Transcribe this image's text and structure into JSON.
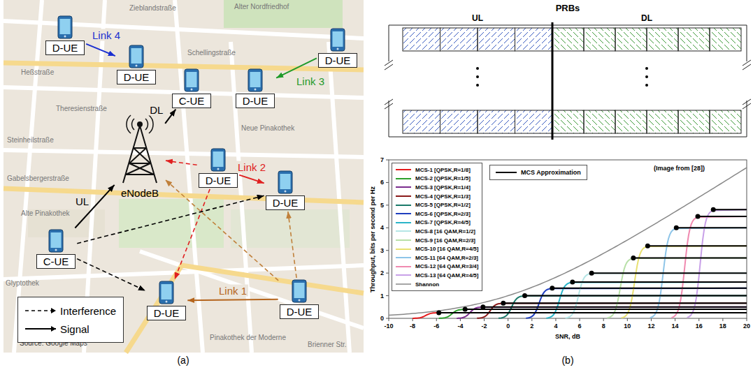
{
  "diagram": {
    "nodes": [
      {
        "text": [
          "D-UE"
        ]
      },
      {
        "text": [
          "D-UE"
        ]
      },
      {
        "text": [
          "D-UE"
        ]
      },
      {
        "text": [
          "C-UE"
        ]
      },
      {
        "text": [
          "D-UE"
        ]
      },
      {
        "text": [
          "eNodeB"
        ]
      },
      {
        "text": [
          "D-UE"
        ]
      },
      {
        "text": [
          "D-UE"
        ]
      },
      {
        "text": [
          "C-UE"
        ]
      },
      {
        "text": [
          "D-UE"
        ]
      },
      {
        "text": [
          "D-UE"
        ]
      }
    ],
    "edges": [
      {
        "from": 0,
        "to": 1,
        "arrow": "to",
        "label": "Link 4"
      },
      {
        "from": 2,
        "to": 4,
        "arrow": "to",
        "label": "Link 3"
      },
      {
        "from": 5,
        "to": 3,
        "arrow": "to",
        "label": "DL"
      },
      {
        "from": 8,
        "to": 5,
        "arrow": "to",
        "label": "UL"
      },
      {
        "from": 6,
        "to": 7,
        "arrow": "to",
        "label": "Link 2"
      },
      {
        "from": 9,
        "to": 10,
        "arrow": "to",
        "label": "Link 1"
      },
      {
        "from": 6,
        "to": 5,
        "arrow": "to"
      },
      {
        "from": 6,
        "to": 10,
        "arrow": "to"
      },
      {
        "from": 9,
        "to": 5,
        "arrow": "to"
      },
      {
        "from": 9,
        "to": 7,
        "arrow": "to"
      },
      {
        "from": 8,
        "to": 7,
        "arrow": "to"
      },
      {
        "from": 8,
        "to": 10,
        "arrow": "to"
      }
    ],
    "labels": [
      "(a)",
      "(b)",
      "Source: Google Maps",
      "Alter Nordfriedhof",
      "Zieblandstraße",
      "Schellingstraße",
      "Heßstraße",
      "Theresienstraße",
      "Steinheilstraße",
      "Gabelsbergerstraße",
      "Neue Pinakothek",
      "Alte Pinakothek",
      "Pinakothek der Moderne",
      "Glyptothek",
      "Brienner Str.",
      "PRBs",
      "UL",
      "DL",
      "(Image from [28])",
      "Throughput, bits per second per Hz",
      "SNR, dB",
      "0",
      "1",
      "2",
      "3",
      "4",
      "5",
      "6",
      "7",
      "-10",
      "-8",
      "-6",
      "-4",
      "-2",
      "0",
      "2",
      "4",
      "6",
      "8",
      "10",
      "12",
      "14",
      "16",
      "18",
      "20"
    ],
    "legend": [
      {
        "text": "Interference"
      },
      {
        "text": "Signal"
      },
      {
        "text": "MCS-1 [QPSK,R=1/8]"
      },
      {
        "text": "MCS-2 [QPSK,R=1/5]"
      },
      {
        "text": "MCS-3 [QPSK,R=1/4]"
      },
      {
        "text": "MCS-4 [QPSK,R=1/3]"
      },
      {
        "text": "MCS-5 [QPSK,R=1/2]"
      },
      {
        "text": "MCS-6 [QPSK,R=2/3]"
      },
      {
        "text": "MCS-7 [QPSK,R=4/5]"
      },
      {
        "text": "MCS-8 [16 QAM,R=1/2]"
      },
      {
        "text": "MCS-9 [16 QAM,R=2/3]"
      },
      {
        "text": "MCS-10 [16 QAM,R=4/5]"
      },
      {
        "text": "MCS-11 [64 QAM,R=2/3]"
      },
      {
        "text": "MCS-12 [64 QAM,R=3/4]"
      },
      {
        "text": "MCS-13 [64 QAM,R=4/5]"
      },
      {
        "text": "Shannon"
      },
      {
        "text": "MCS Approximation"
      }
    ]
  }
}
